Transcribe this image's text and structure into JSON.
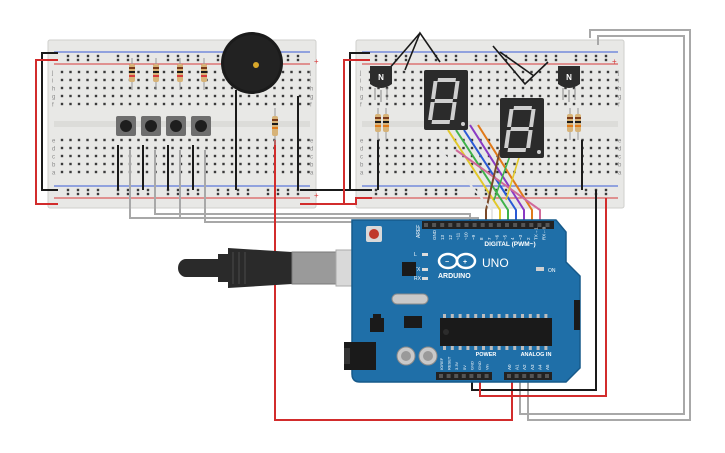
{
  "colors": {
    "background": "#ffffff",
    "breadboard": "#e8e8e6",
    "breadboard_edge": "#cfcfcc",
    "rail_red": "#d63a3a",
    "rail_blue": "#3a5bd6",
    "arduino_board": "#1f6fa8",
    "arduino_dark": "#175a8a",
    "header": "#222222",
    "wire_black": "#1a1a1a",
    "wire_red": "#d22c2c",
    "wire_gray": "#a8a8a8",
    "resistor_body": "#d7b378",
    "buzzer": "#1b1b1b",
    "seven_segment_body": "#2b2b2b",
    "seven_segment_lit": "#cfcfcf",
    "transistor": "#2c2c2c",
    "usb_cable": "#2a2a2a",
    "usb_plug_metal": "#c9c9c9"
  },
  "breadboard_left": {
    "rail_plus": "+",
    "rail_minus": "-",
    "row_letters": [
      "j",
      "i",
      "h",
      "g",
      "f",
      "e",
      "d",
      "c",
      "b",
      "a"
    ]
  },
  "breadboard_right": {
    "rail_plus": "+",
    "rail_minus": "-",
    "row_letters": [
      "j",
      "i",
      "h",
      "g",
      "f",
      "e",
      "d",
      "c",
      "b",
      "a"
    ]
  },
  "transistors": [
    {
      "label": "N"
    },
    {
      "label": "N"
    }
  ],
  "arduino": {
    "brand": "ARDUINO",
    "model": "UNO",
    "digital_label": "DIGITAL (PWM~)",
    "power_label": "POWER",
    "analog_label": "ANALOG IN",
    "on_label": "ON",
    "aref": "AREF",
    "gnd": "GND",
    "digital_pins": [
      "13",
      "12",
      "~11",
      "~10",
      "~9",
      "8",
      "7",
      "~6",
      "~5",
      "4",
      "~3",
      "2",
      "TX→1",
      "RX←0"
    ],
    "power_pins": [
      "IOREF",
      "RESET",
      "3.3V",
      "5V",
      "GND",
      "GND",
      "Vin"
    ],
    "analog_pins": [
      "A0",
      "A1",
      "A2",
      "A3",
      "A4",
      "A5"
    ],
    "led_labels": [
      "L",
      "TX",
      "RX"
    ]
  },
  "icons": {
    "usb": "usb-plug-icon",
    "infinity": "arduino-infinity-logo"
  }
}
